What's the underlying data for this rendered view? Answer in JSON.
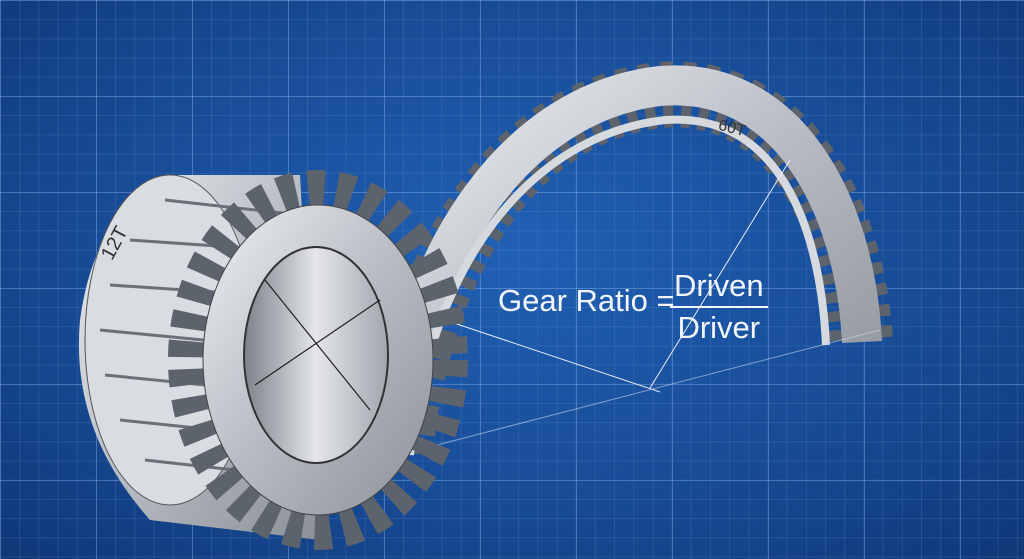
{
  "labels": {
    "small_gear_teeth": "12T",
    "large_gear_teeth": "60T",
    "formula_left": "Gear Ratio =",
    "numerator": "Driven",
    "denominator": "Driver"
  },
  "colors": {
    "background": "#1a4f9c",
    "metal": "#c9ccd1",
    "text": "#f2f6fc"
  }
}
